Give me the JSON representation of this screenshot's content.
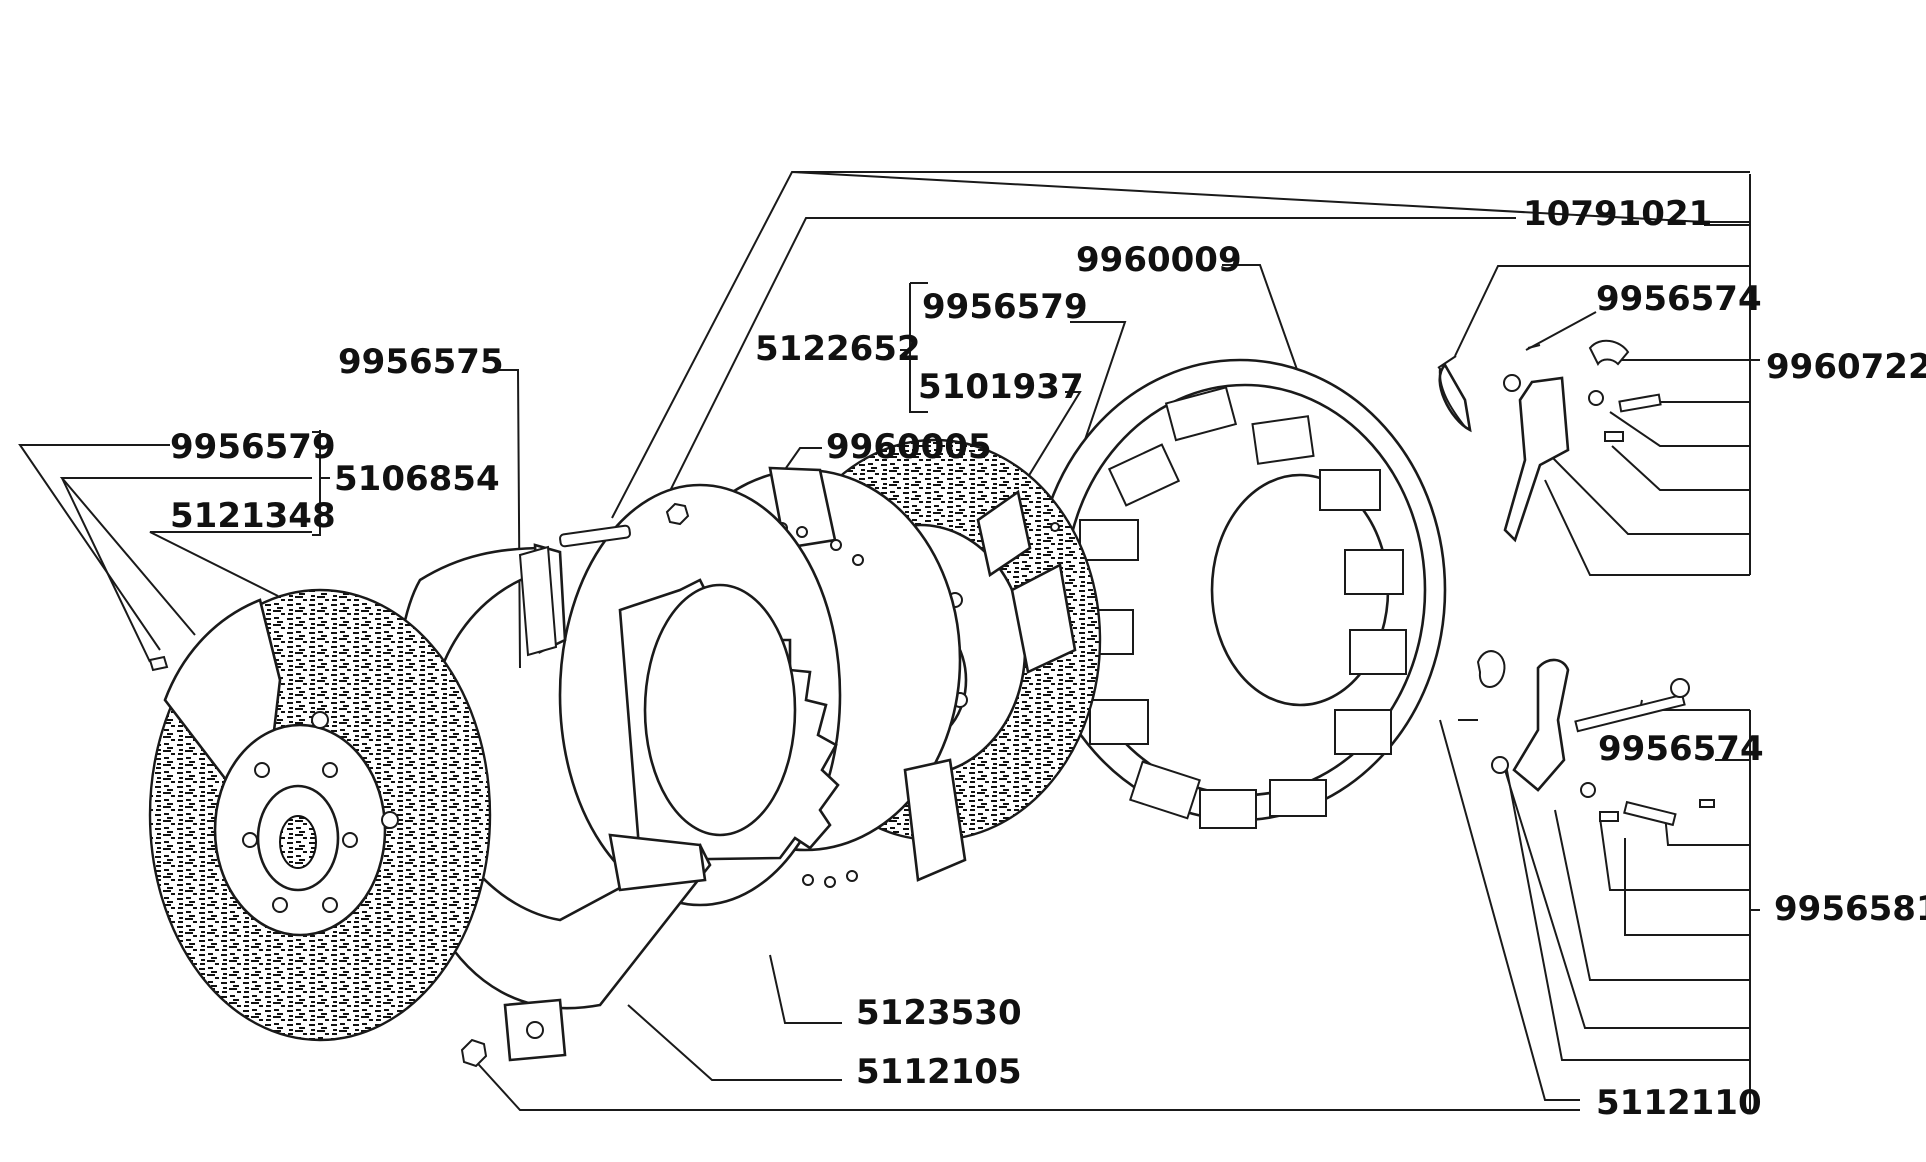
{
  "part_numbers": {
    "p10791021": "10791021",
    "p9960009": "9960009",
    "p9956574_top": "9956574",
    "p9960722": "9960722",
    "p9956579_mid": "9956579",
    "p5122652": "5122652",
    "p5101937": "5101937",
    "p9956575": "9956575",
    "p9960005": "9960005",
    "p9956579_left": "9956579",
    "p5106854": "5106854",
    "p5121348": "5121348",
    "p9956574_bottom": "9956574",
    "p9956581": "9956581",
    "p5123530": "5123530",
    "p5112105": "5112105",
    "p5112110": "5112110"
  },
  "colors": {
    "ink": "#111111",
    "paper": "#ffffff"
  }
}
